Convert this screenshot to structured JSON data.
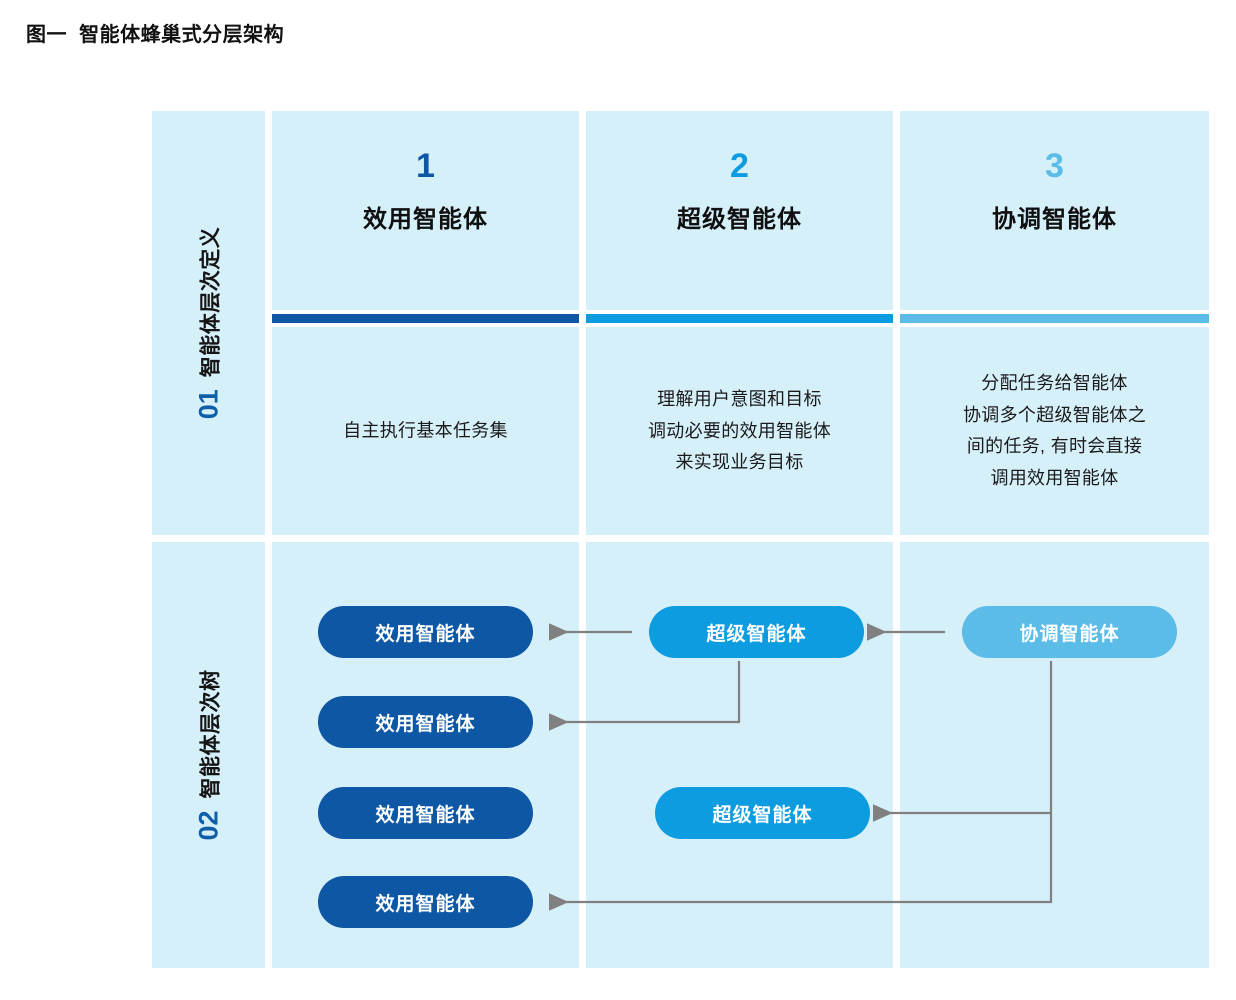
{
  "title": "图一  智能体蜂巢式分层架构",
  "colors": {
    "cell_bg": "#d6f0fa",
    "page_bg": "#ffffff",
    "level1": "#0d57a4",
    "level2": "#0e9ce0",
    "level3": "#5bbce8",
    "side_number": "#0e5fa8",
    "text": "#111111",
    "connector": "#808080"
  },
  "sidebar": {
    "rows": [
      {
        "number": "01",
        "label": "智能体层次定义"
      },
      {
        "number": "02",
        "label": "智能体层次树"
      }
    ]
  },
  "columns": [
    {
      "number": "1",
      "name": "效用智能体",
      "accent": "#0d57a4",
      "description": [
        "自主执行基本任务集"
      ]
    },
    {
      "number": "2",
      "name": "超级智能体",
      "accent": "#0e9ce0",
      "description": [
        "理解用户意图和目标",
        "调动必要的效用智能体",
        "来实现业务目标"
      ]
    },
    {
      "number": "3",
      "name": "协调智能体",
      "accent": "#5bbce8",
      "description": [
        "分配任务给智能体",
        "协调多个超级智能体之",
        "间的任务, 有时会直接",
        "调用效用智能体"
      ]
    }
  ],
  "tree": {
    "utility_nodes": [
      {
        "label": "效用智能体"
      },
      {
        "label": "效用智能体"
      },
      {
        "label": "效用智能体"
      },
      {
        "label": "效用智能体"
      }
    ],
    "super_nodes": [
      {
        "label": "超级智能体"
      },
      {
        "label": "超级智能体"
      }
    ],
    "coordinator_nodes": [
      {
        "label": "协调智能体"
      }
    ]
  }
}
